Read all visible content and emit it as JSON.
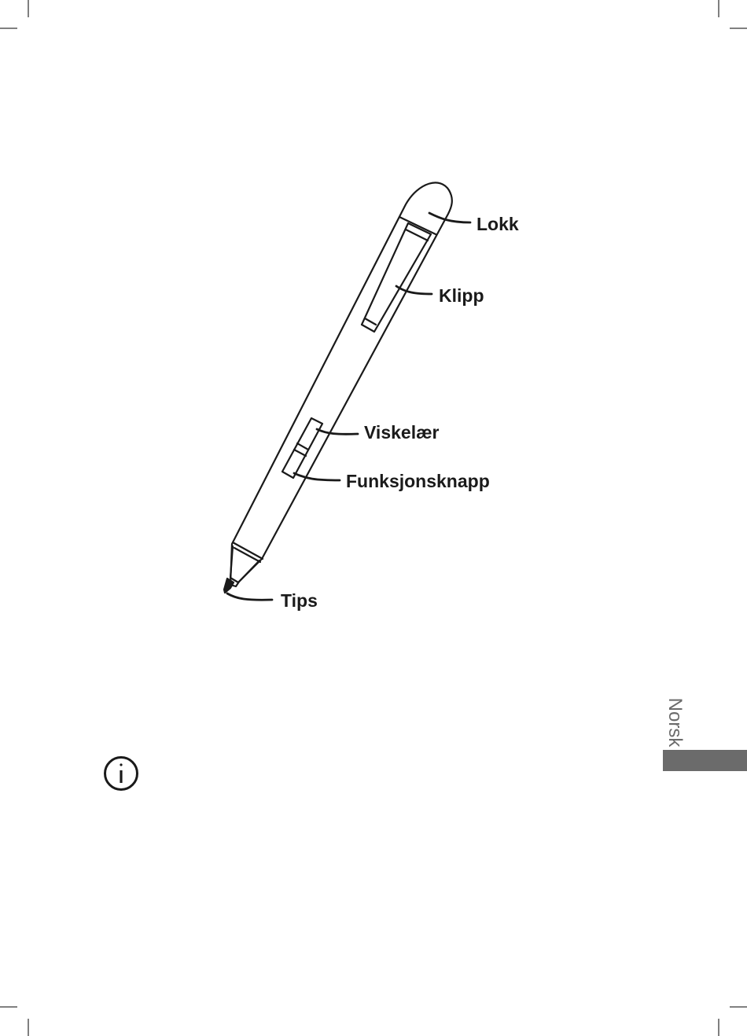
{
  "diagram": {
    "labels": {
      "cap": "Lokk",
      "clip": "Klipp",
      "eraser": "Viskelær",
      "function_button": "Funksjonsknapp",
      "tip": "Tips"
    }
  },
  "side_tab": {
    "language": "Norsk",
    "color": "#6b6b6b"
  },
  "note": {
    "icon": "info-icon"
  }
}
